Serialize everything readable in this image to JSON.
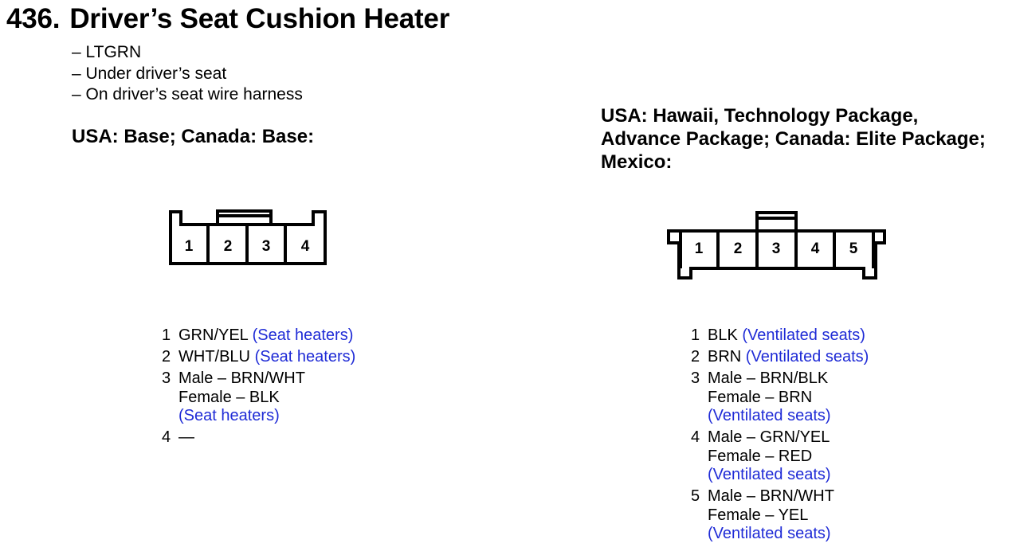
{
  "title": {
    "number": "436.",
    "text": "Driver’s Seat Cushion Heater"
  },
  "details": [
    "– LTGRN",
    "– Under driver’s seat",
    "– On driver’s seat wire harness"
  ],
  "variants": {
    "left": {
      "heading_lines": [
        "USA: Base; Canada: Base:"
      ],
      "connector_pins": [
        "1",
        "2",
        "3",
        "4"
      ],
      "pins": [
        {
          "number": "1",
          "wire": "GRN/YEL",
          "female": "",
          "note": "(Seat heaters)"
        },
        {
          "number": "2",
          "wire": "WHT/BLU",
          "female": "",
          "note": "(Seat heaters)"
        },
        {
          "number": "3",
          "wire": "Male – BRN/WHT",
          "female": "Female – BLK",
          "note": "(Seat heaters)"
        },
        {
          "number": "4",
          "wire": "—",
          "female": "",
          "note": ""
        }
      ]
    },
    "right": {
      "heading_lines": [
        "USA: Hawaii, Technology Package,",
        "Advance Package; Canada: Elite Package;",
        "Mexico:"
      ],
      "connector_pins": [
        "1",
        "2",
        "3",
        "4",
        "5"
      ],
      "pins": [
        {
          "number": "1",
          "wire": "BLK",
          "female": "",
          "note": "(Ventilated seats)"
        },
        {
          "number": "2",
          "wire": "BRN",
          "female": "",
          "note": "(Ventilated seats)"
        },
        {
          "number": "3",
          "wire": "Male – BRN/BLK",
          "female": "Female – BRN",
          "note": "(Ventilated seats)"
        },
        {
          "number": "4",
          "wire": "Male – GRN/YEL",
          "female": "Female – RED",
          "note": "(Ventilated seats)"
        },
        {
          "number": "5",
          "wire": "Male – BRN/WHT",
          "female": "Female – YEL",
          "note": "(Ventilated seats)"
        }
      ]
    }
  },
  "colors": {
    "text": "#000000",
    "note": "#1f2bd6",
    "outline": "#000000"
  }
}
